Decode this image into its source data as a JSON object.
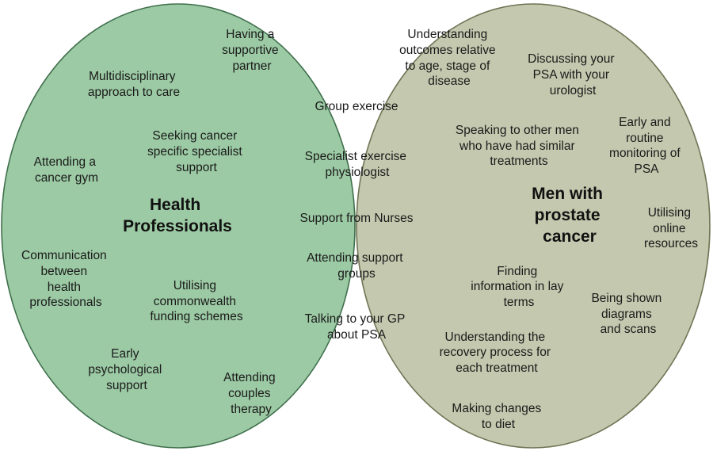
{
  "sets": {
    "left": {
      "title": [
        "Health",
        "Professionals"
      ],
      "fill": "#9ccaa4",
      "stroke": "#3f6f4c"
    },
    "right": {
      "title": [
        "Men with",
        "prostate",
        "cancer"
      ],
      "fill": "#c3c8ae",
      "stroke": "#6f7455"
    },
    "overlap_fill": "#7fa37e"
  },
  "items": {
    "left": [
      [
        "Having a",
        "supportive",
        "partner"
      ],
      [
        "Multidisciplinary",
        "approach to care"
      ],
      [
        "Seeking cancer",
        "specific specialist",
        "support"
      ],
      [
        "Attending a",
        "cancer gym"
      ],
      [
        "Communication",
        "between",
        "health",
        "professionals"
      ],
      [
        "Utilising",
        "commonwealth",
        "funding schemes"
      ],
      [
        "Early",
        "psychological",
        "support"
      ],
      [
        "Attending",
        "couples",
        "therapy"
      ]
    ],
    "both": [
      [
        "Group exercise"
      ],
      [
        "Specialist exercise",
        "physiologist"
      ],
      [
        "Support from Nurses"
      ],
      [
        "Attending support",
        "groups"
      ],
      [
        "Talking to your GP",
        "about PSA"
      ]
    ],
    "right": [
      [
        "Understanding",
        "outcomes relative",
        "to age, stage of",
        "disease"
      ],
      [
        "Discussing your",
        "PSA with your",
        "urologist"
      ],
      [
        "Speaking to other men",
        "who have had similar",
        "treatments"
      ],
      [
        "Early and",
        "routine",
        "monitoring of",
        "PSA"
      ],
      [
        "Utilising",
        "online",
        "resources"
      ],
      [
        "Finding",
        "information in lay",
        "terms"
      ],
      [
        "Being shown",
        "diagrams",
        "and scans"
      ],
      [
        "Understanding the",
        "recovery process for",
        "each treatment"
      ],
      [
        "Making changes",
        "to diet"
      ]
    ]
  }
}
